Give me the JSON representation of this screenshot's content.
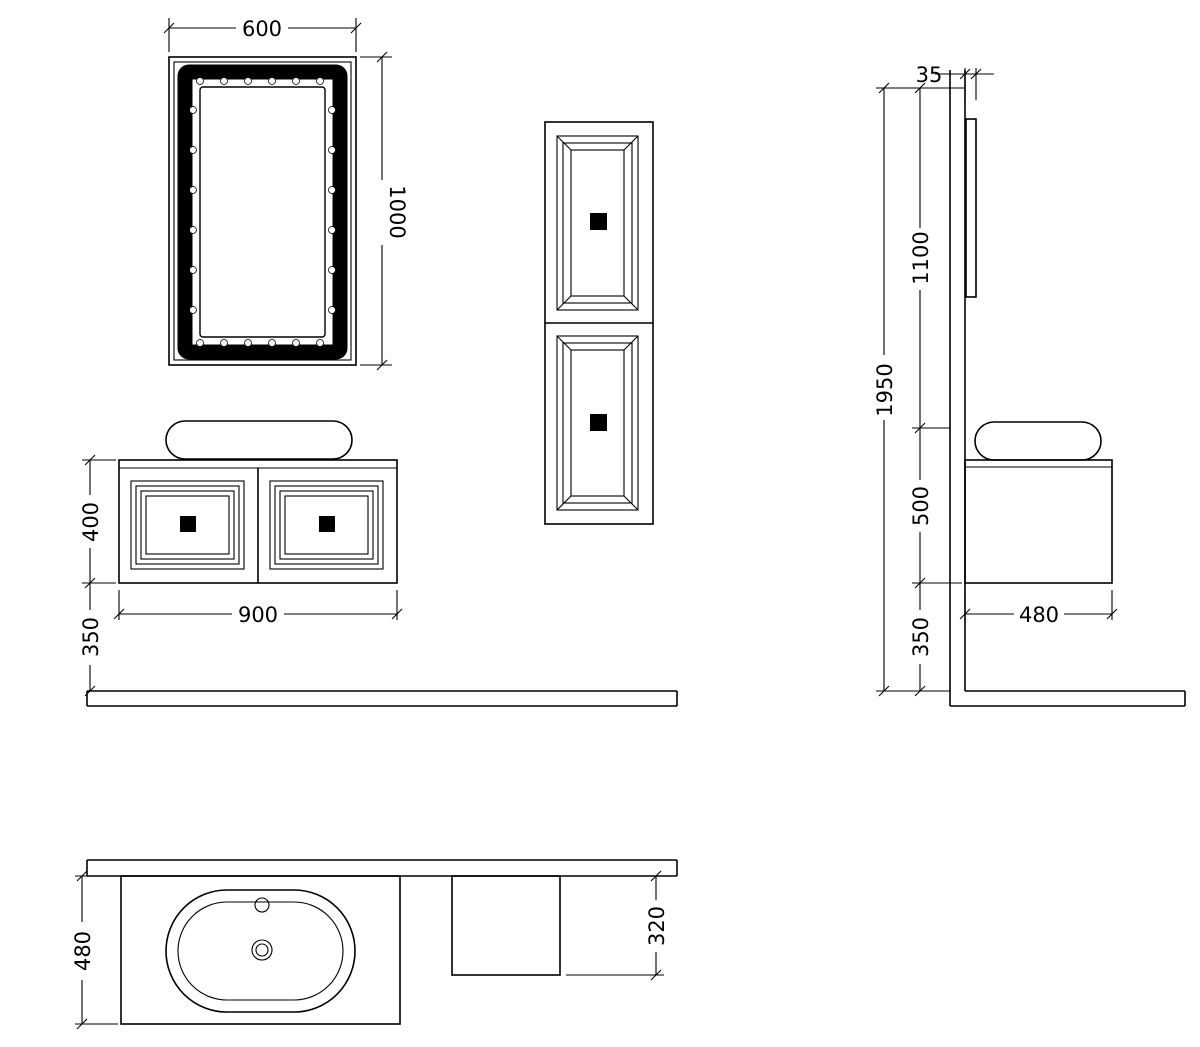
{
  "colors": {
    "line": "#000000",
    "background": "#ffffff"
  },
  "dimensions": {
    "mirror_width": "600",
    "mirror_height": "1000",
    "vanity_height": "400",
    "vanity_width": "900",
    "vanity_floor_gap": "350",
    "mirror_depth": "35",
    "overall_height": "1950",
    "mirror_gap": "1100",
    "side_vanity_height": "500",
    "side_floor_gap": "350",
    "vanity_depth": "480",
    "plan_depth": "480",
    "cabinet_depth": "320"
  }
}
